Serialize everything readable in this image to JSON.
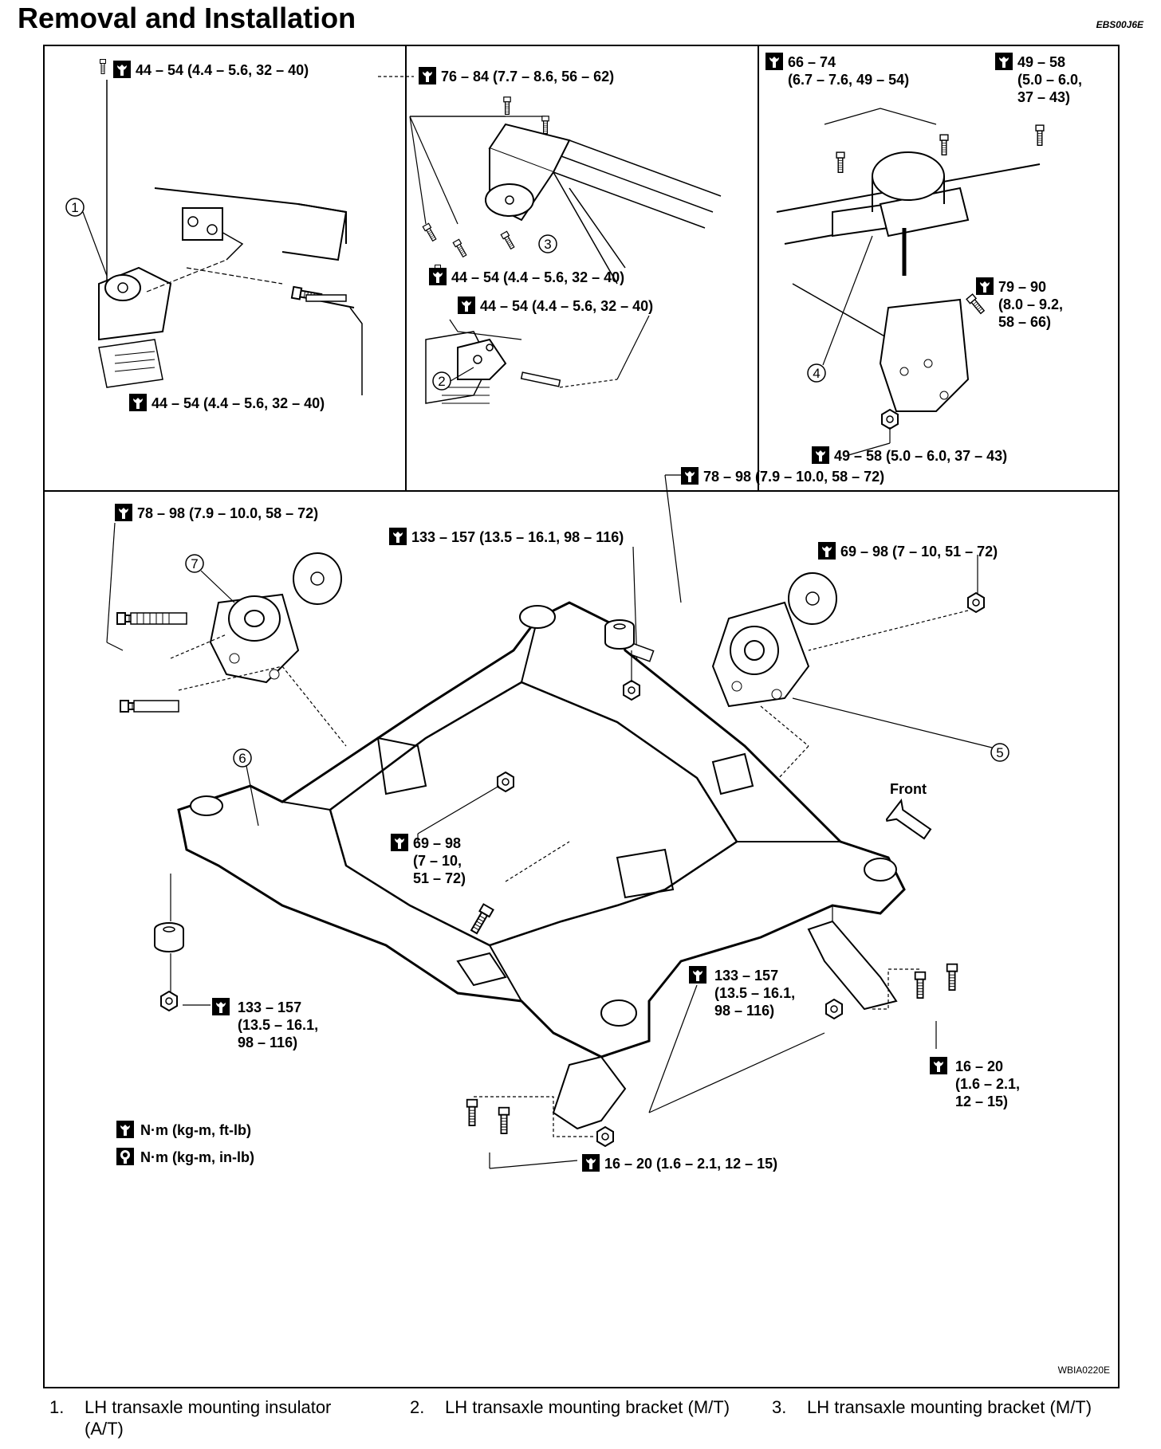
{
  "page": {
    "title": "Removal and Installation",
    "doc_code": "EBS00J6E",
    "figure_code": "WBIA0220E"
  },
  "torques": {
    "t1": "44 – 54 (4.4 – 5.6, 32 – 40)",
    "t2": "44 – 54 (4.4 – 5.6, 32 – 40)",
    "t3": "76 – 84 (7.7 – 8.6, 56 – 62)",
    "t4": "44 – 54 (4.4 – 5.6, 32 – 40)",
    "t5": "44 – 54 (4.4 – 5.6, 32 – 40)",
    "t6": [
      "66 – 74",
      "(6.7 – 7.6, 49 – 54)"
    ],
    "t7": [
      "49 – 58",
      "(5.0 – 6.0,",
      "37 – 43)"
    ],
    "t8": [
      "79 – 90",
      "(8.0 – 9.2,",
      "58 – 66)"
    ],
    "t9": "49 – 58 (5.0 – 6.0, 37 – 43)",
    "t10": "78 – 98 (7.9 – 10.0, 58 – 72)",
    "t11": "78 – 98 (7.9 – 10.0, 58 – 72)",
    "t12": "133 – 157 (13.5 – 16.1, 98 – 116)",
    "t13": "69 – 98 (7 – 10, 51 – 72)",
    "t14": [
      "69 – 98",
      "(7 – 10,",
      "51 – 72)"
    ],
    "t15": [
      "133 – 157",
      "(13.5 – 16.1,",
      "98 – 116)"
    ],
    "t16": [
      "133 – 157",
      "(13.5 – 16.1,",
      "98 – 116)"
    ],
    "t17": [
      "16 – 20",
      "(1.6 – 2.1,",
      "12 – 15)"
    ],
    "t18": "16 – 20 (1.6 – 2.1, 12 – 15)"
  },
  "callouts": [
    "1",
    "2",
    "3",
    "4",
    "5",
    "6",
    "7"
  ],
  "front_label": "Front",
  "units_legend": {
    "ft_lb": "N·m (kg-m, ft-lb)",
    "in_lb": "N·m (kg-m, in-lb)"
  },
  "parts": [
    {
      "num": "1.",
      "text": "LH transaxle mounting insulator (A/T)"
    },
    {
      "num": "2.",
      "text": "LH transaxle mounting bracket (M/T)"
    },
    {
      "num": "3.",
      "text": "LH transaxle mounting bracket (M/T)"
    }
  ]
}
